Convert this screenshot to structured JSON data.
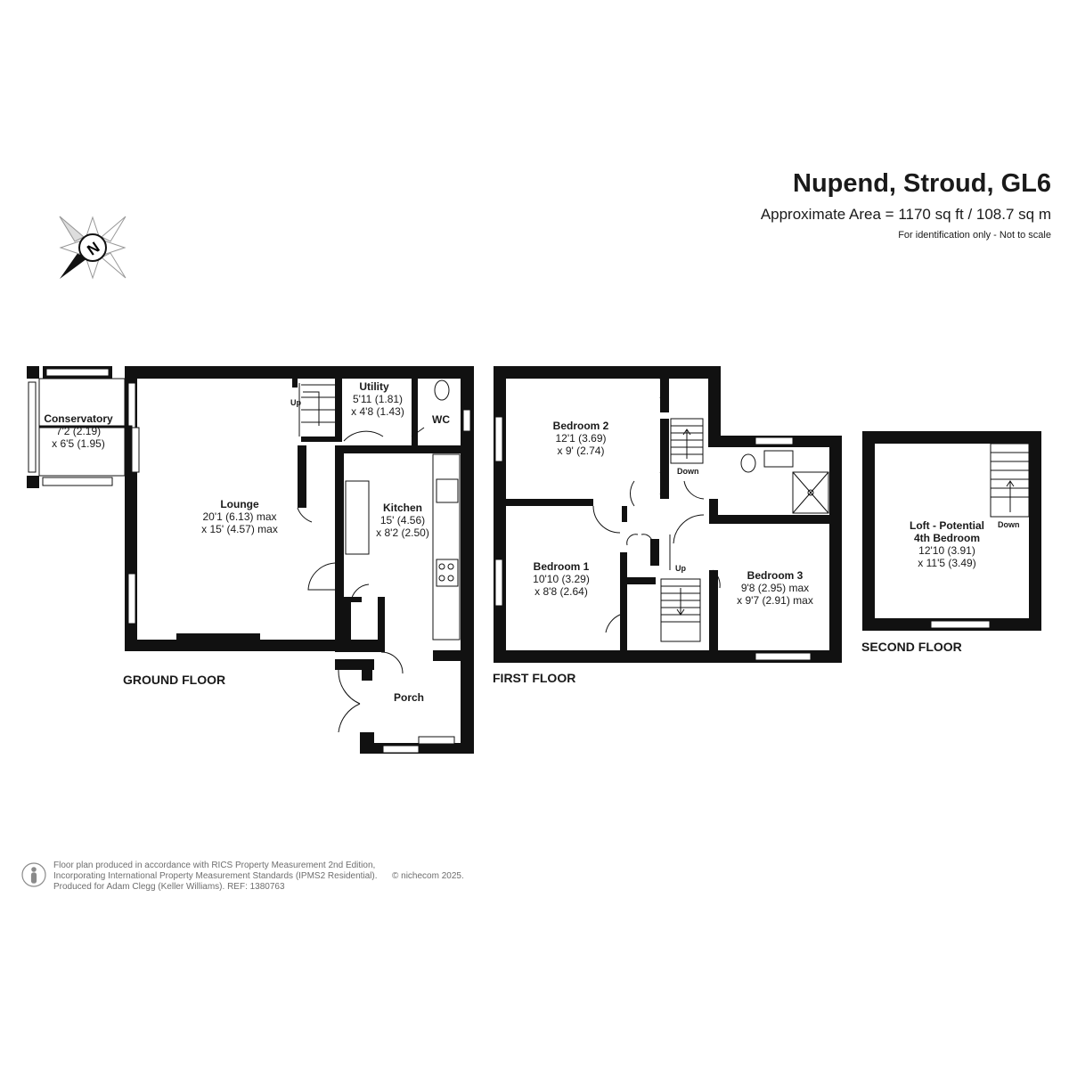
{
  "header": {
    "title": "Nupend, Stroud, GL6",
    "area": "Approximate Area = 1170 sq ft / 108.7 sq m",
    "note": "For identification only - Not to scale"
  },
  "compass": {
    "label": "N",
    "icon": "north-compass-icon"
  },
  "floors": {
    "ground": "GROUND FLOOR",
    "first": "FIRST FLOOR",
    "second": "SECOND FLOOR"
  },
  "rooms": {
    "conservatory": {
      "name": "Conservatory",
      "dim1": "7'2 (2.19)",
      "dim2": "x 6'5 (1.95)"
    },
    "lounge": {
      "name": "Lounge",
      "dim1": "20'1 (6.13) max",
      "dim2": "x 15' (4.57) max"
    },
    "utility": {
      "name": "Utility",
      "dim1": "5'11 (1.81)",
      "dim2": "x 4'8 (1.43)"
    },
    "wc": {
      "name": "WC"
    },
    "kitchen": {
      "name": "Kitchen",
      "dim1": "15' (4.56)",
      "dim2": "x 8'2 (2.50)"
    },
    "porch": {
      "name": "Porch"
    },
    "bedroom2": {
      "name": "Bedroom 2",
      "dim1": "12'1 (3.69)",
      "dim2": "x 9' (2.74)"
    },
    "bedroom1": {
      "name": "Bedroom 1",
      "dim1": "10'10 (3.29)",
      "dim2": "x 8'8 (2.64)"
    },
    "bedroom3": {
      "name": "Bedroom 3",
      "dim1": "9'8 (2.95) max",
      "dim2": "x 9'7 (2.91) max"
    },
    "loft": {
      "name1": "Loft - Potential",
      "name2": "4th Bedroom",
      "dim1": "12'10 (3.91)",
      "dim2": "x 11'5 (3.49)"
    }
  },
  "stairs": {
    "ground_up": "Up",
    "first_down": "Down",
    "first_up": "Up",
    "loft_down": "Down"
  },
  "footer": {
    "line1": "Floor plan produced in accordance with RICS Property Measurement 2nd Edition,",
    "line2": "Incorporating International Property Measurement Standards (IPMS2 Residential).",
    "copyright": "© nichecom 2025.",
    "line3": "Produced for Adam Clegg (Keller Williams).   REF: 1380763"
  }
}
